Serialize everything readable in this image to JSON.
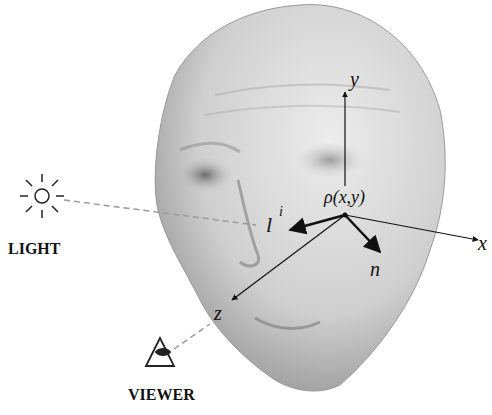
{
  "diagram": {
    "labels": [
      "y",
      "l",
      "i",
      "ρ(x,y)",
      "x",
      "n",
      "z",
      "LIGHT",
      "VIEWER"
    ]
  }
}
